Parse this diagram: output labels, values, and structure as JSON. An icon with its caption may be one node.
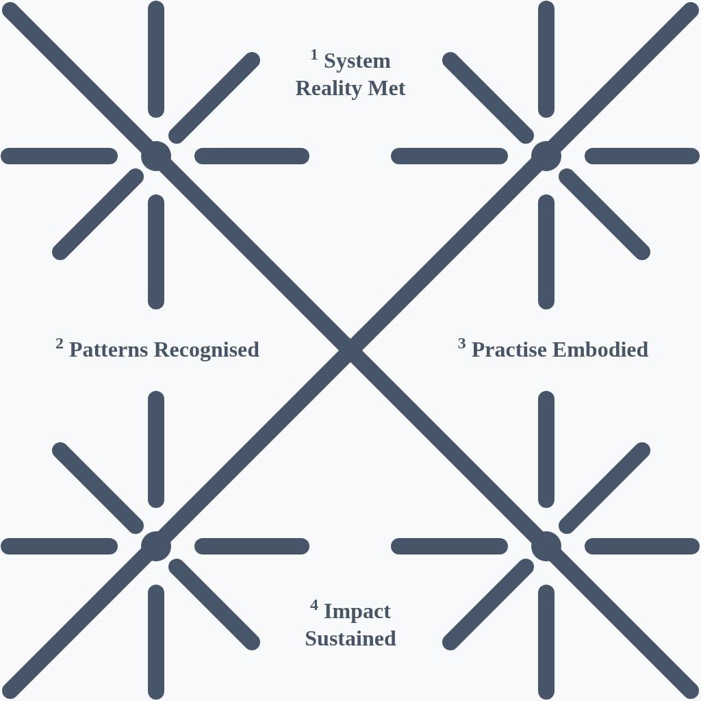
{
  "diagram": {
    "labels": [
      "$^{1}$ System Reality Met",
      "$^{2}$ Patterns Recognised",
      "$^{3}$ Practise Embodied",
      "$^{4}$ Impact Sustained"
    ]
  }
}
